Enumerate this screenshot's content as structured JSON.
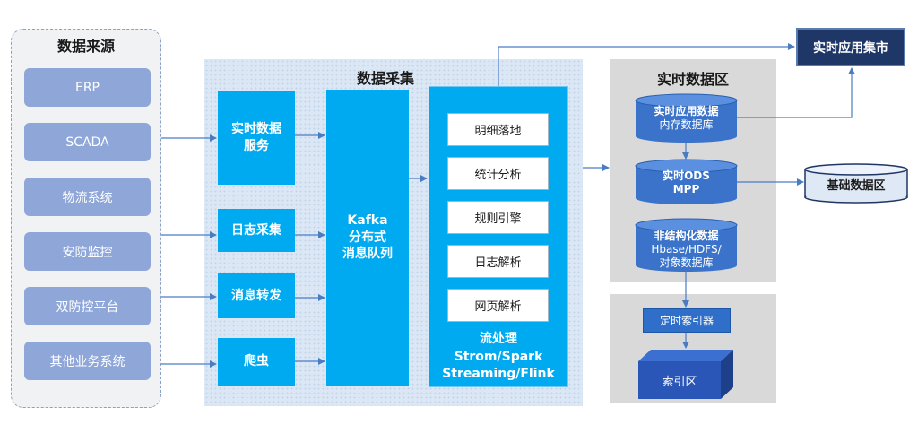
{
  "sources": {
    "title": "数据来源",
    "items": [
      "ERP",
      "SCADA",
      "物流系统",
      "安防监控",
      "双防控平台",
      "其他业务系统"
    ]
  },
  "collection": {
    "title": "数据采集",
    "services": [
      "实时数据\n服务",
      "日志采集",
      "消息转发",
      "爬虫"
    ],
    "kafka": "Kafka\n分布式\n消息队列",
    "stream_items": [
      "明细落地",
      "统计分析",
      "规则引擎",
      "日志解析",
      "网页解析"
    ],
    "stream_label": "流处理\nStrom/Spark\nStreaming/Flink"
  },
  "realtime": {
    "title": "实时数据区",
    "app_db": {
      "title": "实时应用数据",
      "sub": "内存数据库"
    },
    "ods": {
      "title": "实时ODS",
      "sub": "MPP"
    },
    "unstructured": {
      "title": "非结构化数据",
      "sub": "Hbase/HDFS/\n对象数据库"
    }
  },
  "mart": "实时应用集市",
  "base": "基础数据区",
  "timer": "定时索引器",
  "index": "索引区",
  "colors": {
    "source": "#8fa6d9",
    "service": "#00aaf0",
    "arrow": "#4a7cc4",
    "mart": "#1f3766",
    "cylinder": "#3a73c9"
  }
}
